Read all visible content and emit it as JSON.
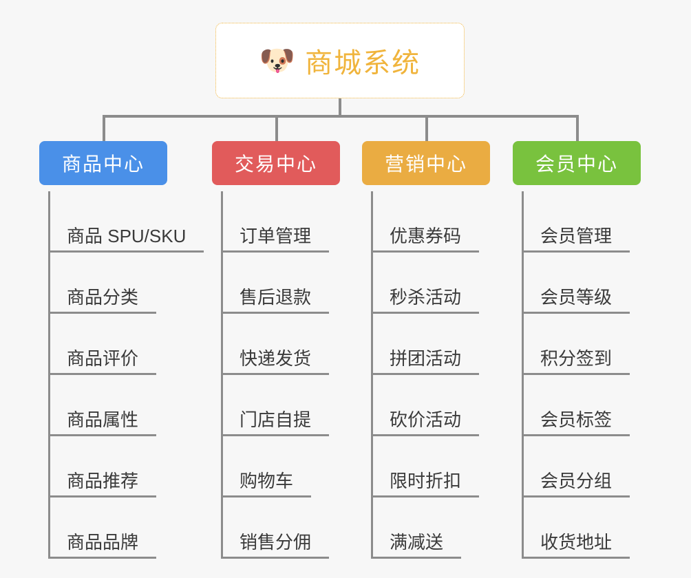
{
  "diagram": {
    "title": "商城系统",
    "background_color": "#f7f7f7",
    "root": {
      "label": "商城系统",
      "icon": "shiba-dog-face-emoji",
      "emoji": "🐶",
      "text_color": "#f0b43c",
      "border_color": "#f0b43c",
      "background_color": "#ffffff"
    },
    "connector_color": "#8c8c8c",
    "columns": [
      {
        "header": "商品中心",
        "color": "#4a90e8",
        "items": [
          "商品 SPU/SKU",
          "商品分类",
          "商品评价",
          "商品属性",
          "商品推荐",
          "商品品牌"
        ]
      },
      {
        "header": "交易中心",
        "color": "#e15b5b",
        "items": [
          "订单管理",
          "售后退款",
          "快递发货",
          "门店自提",
          "购物车",
          "销售分佣"
        ]
      },
      {
        "header": "营销中心",
        "color": "#eaac42",
        "items": [
          "优惠券码",
          "秒杀活动",
          "拼团活动",
          "砍价活动",
          "限时折扣",
          "满减送"
        ]
      },
      {
        "header": "会员中心",
        "color": "#79c23e",
        "items": [
          "会员管理",
          "会员等级",
          "积分签到",
          "会员标签",
          "会员分组",
          "收货地址"
        ]
      }
    ]
  }
}
